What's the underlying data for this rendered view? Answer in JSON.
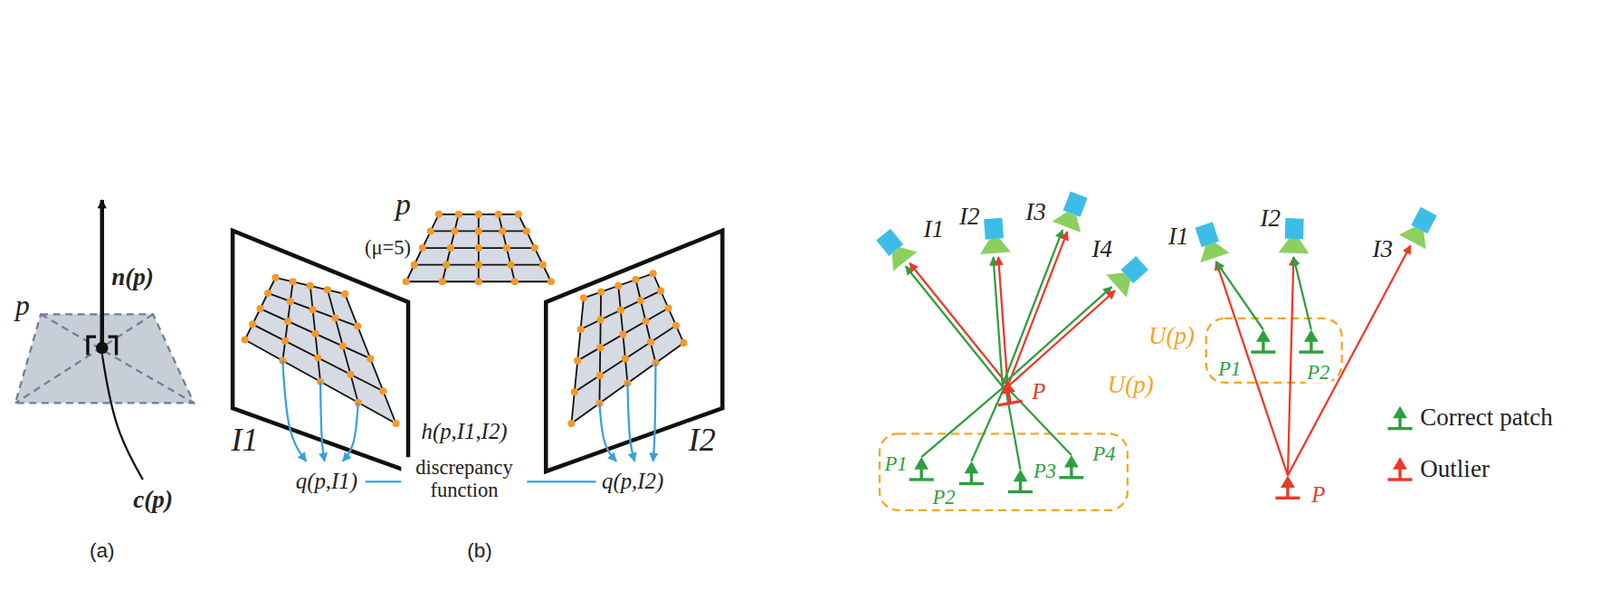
{
  "diagram": {
    "labels": [
      "p",
      "n(p)",
      "c(p)",
      "(a)",
      "p",
      "(μ=5)",
      "I1",
      "I2",
      "h(p,I1,I2)",
      "discrepancy function",
      "q(p,I1)",
      "q(p,I2)",
      "(b)",
      "I1",
      "I2",
      "I3",
      "I4",
      "P",
      "U(p)",
      "P1",
      "P2",
      "P3",
      "P4",
      "I1",
      "I2",
      "I3",
      "U(p)",
      "P1",
      "P2",
      "P"
    ],
    "legend": [
      {
        "text": "Correct patch"
      },
      {
        "text": "Outlier"
      }
    ]
  }
}
